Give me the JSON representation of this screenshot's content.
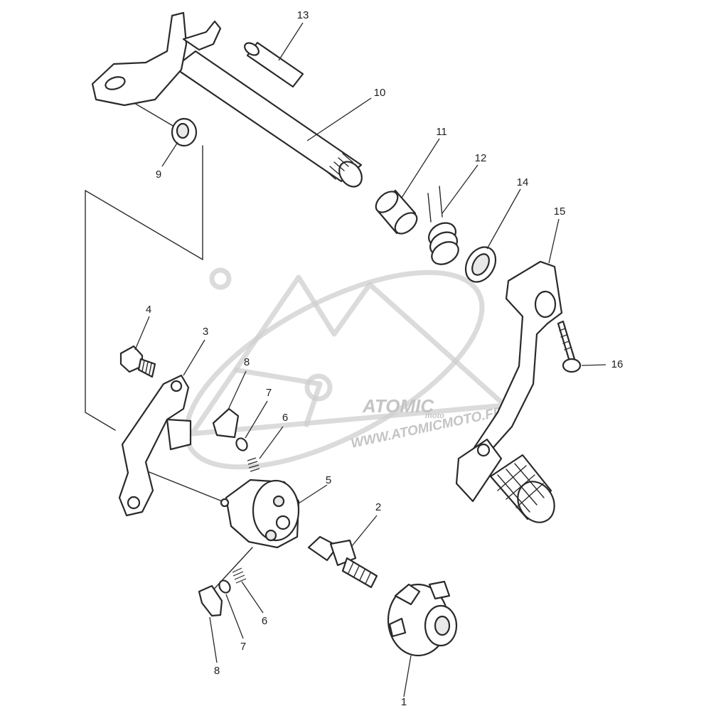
{
  "diagram": {
    "callouts": [
      {
        "id": "c1",
        "label": "1"
      },
      {
        "id": "c2",
        "label": "2"
      },
      {
        "id": "c3",
        "label": "3"
      },
      {
        "id": "c4",
        "label": "4"
      },
      {
        "id": "c5",
        "label": "5"
      },
      {
        "id": "c6a",
        "label": "6"
      },
      {
        "id": "c6b",
        "label": "6"
      },
      {
        "id": "c7a",
        "label": "7"
      },
      {
        "id": "c7b",
        "label": "7"
      },
      {
        "id": "c8a",
        "label": "8"
      },
      {
        "id": "c8b",
        "label": "8"
      },
      {
        "id": "c9",
        "label": "9"
      },
      {
        "id": "c10",
        "label": "10"
      },
      {
        "id": "c11",
        "label": "11"
      },
      {
        "id": "c12",
        "label": "12"
      },
      {
        "id": "c13",
        "label": "13"
      },
      {
        "id": "c14",
        "label": "14"
      },
      {
        "id": "c15",
        "label": "15"
      },
      {
        "id": "c16",
        "label": "16"
      }
    ]
  },
  "watermark": {
    "brand": "ATOMIC",
    "sub": "moto",
    "url": "WWW.ATOMICMOTO.FR",
    "color": "#cfcfcf"
  }
}
